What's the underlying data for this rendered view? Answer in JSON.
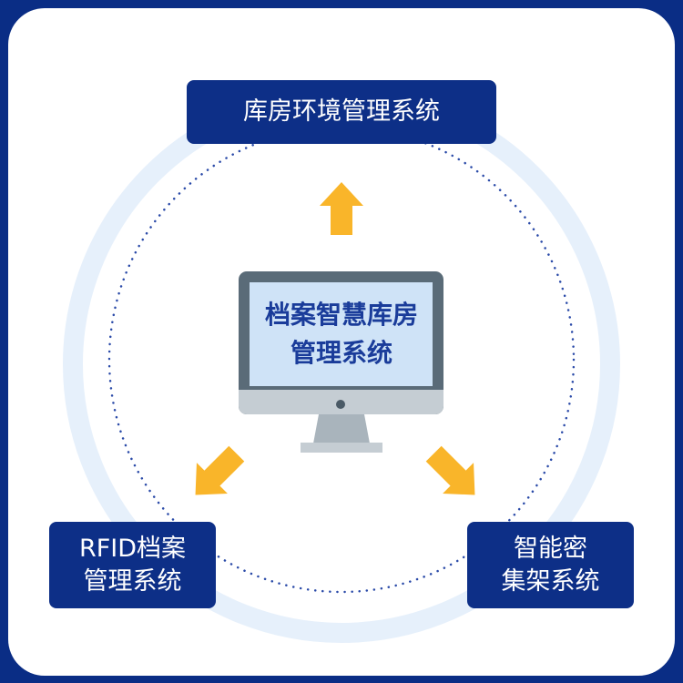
{
  "center": {
    "line1": "档案智慧库房",
    "line2": "管理系统"
  },
  "top_box": {
    "label": "库房环境管理系统"
  },
  "left_box": {
    "line1": "RFID档案",
    "line2": "管理系统"
  },
  "right_box": {
    "line1": "智能密",
    "line2": "集架系统"
  },
  "colors": {
    "frame": "#0a2d85",
    "box": "#0d2f87",
    "arrow": "#f9b52a",
    "ring": "#e6f0fb",
    "dots": "#2a4aa8"
  }
}
